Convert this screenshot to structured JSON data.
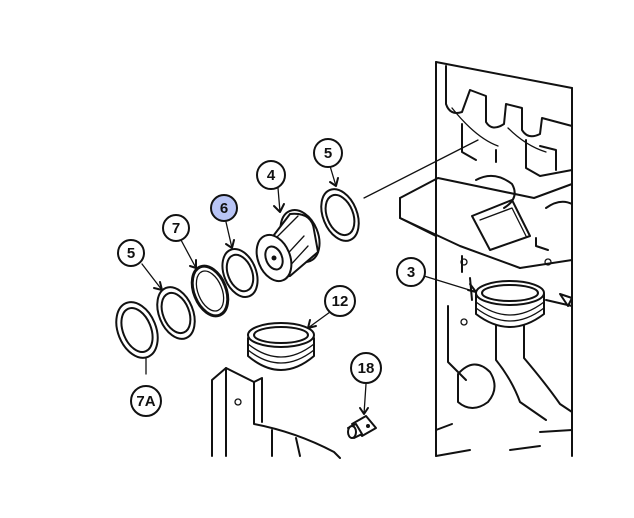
{
  "callouts": [
    {
      "id": "c-3",
      "label": "3"
    },
    {
      "id": "c-4",
      "label": "4"
    },
    {
      "id": "c-5a",
      "label": "5"
    },
    {
      "id": "c-5b",
      "label": "5"
    },
    {
      "id": "c-6",
      "label": "6",
      "highlighted": true
    },
    {
      "id": "c-7",
      "label": "7"
    },
    {
      "id": "c-7a",
      "label": "7A"
    },
    {
      "id": "c-12",
      "label": "12"
    },
    {
      "id": "c-18",
      "label": "18"
    }
  ],
  "colors": {
    "line": "#111111",
    "highlight_fill": "#b8c4f5",
    "background": "#ffffff"
  }
}
